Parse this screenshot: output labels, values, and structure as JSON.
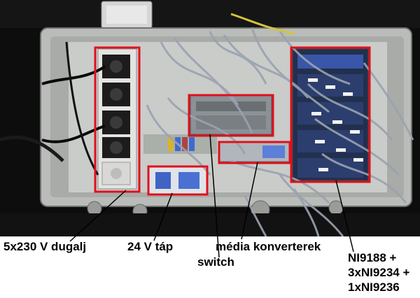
{
  "image": {
    "subject": "open electrical enclosure with annotated components",
    "colors": {
      "background": "#0d0d0d",
      "enclosure": "#b9bcb8",
      "annotation": "#e0101c",
      "cable": "#9aa2b0"
    }
  },
  "annotations": [
    {
      "id": "sockets",
      "text": "5x230 V dugalj"
    },
    {
      "id": "psu",
      "text": "24 V táp"
    },
    {
      "id": "media",
      "text": "média konverterek"
    },
    {
      "id": "switch",
      "text": "switch"
    },
    {
      "id": "ni",
      "lines": [
        "NI9188 +",
        "3xNI9234 +",
        "1xNI9236"
      ]
    }
  ]
}
